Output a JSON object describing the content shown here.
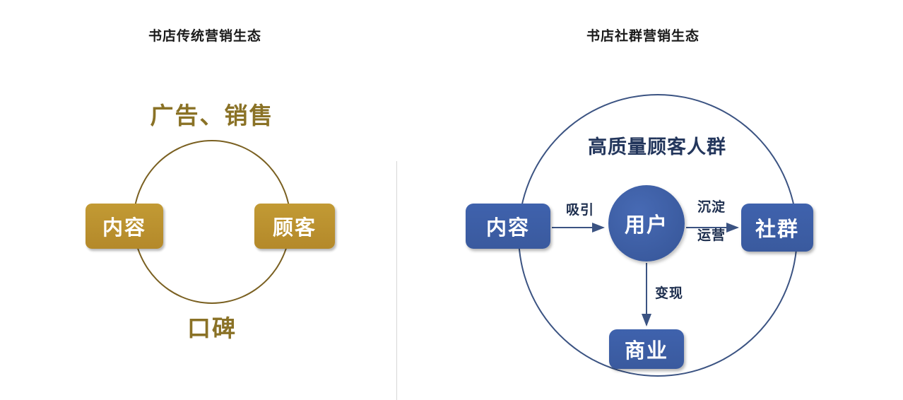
{
  "panels": {
    "left": {
      "title": "书店传统营销生态",
      "accent_color": "#8a7226",
      "top_label": "广告、销售",
      "bottom_label": "口碑",
      "nodes": [
        {
          "id": "content",
          "label": "内容"
        },
        {
          "id": "customer",
          "label": "顾客"
        }
      ]
    },
    "right": {
      "title": "书店社群营销生态",
      "accent_color": "#3a5a9e",
      "circle_label": "高质量顾客人群",
      "nodes": [
        {
          "id": "content",
          "label": "内容"
        },
        {
          "id": "user",
          "label": "用户"
        },
        {
          "id": "community",
          "label": "社群"
        },
        {
          "id": "business",
          "label": "商业"
        }
      ],
      "edges": [
        {
          "from": "content",
          "to": "user",
          "label": "吸引"
        },
        {
          "from": "user",
          "to": "community",
          "label_line1": "沉淀",
          "label_line2": "运营"
        },
        {
          "from": "user",
          "to": "business",
          "label": "变现"
        }
      ]
    }
  },
  "icons": {
    "divider": "vertical-divider"
  }
}
